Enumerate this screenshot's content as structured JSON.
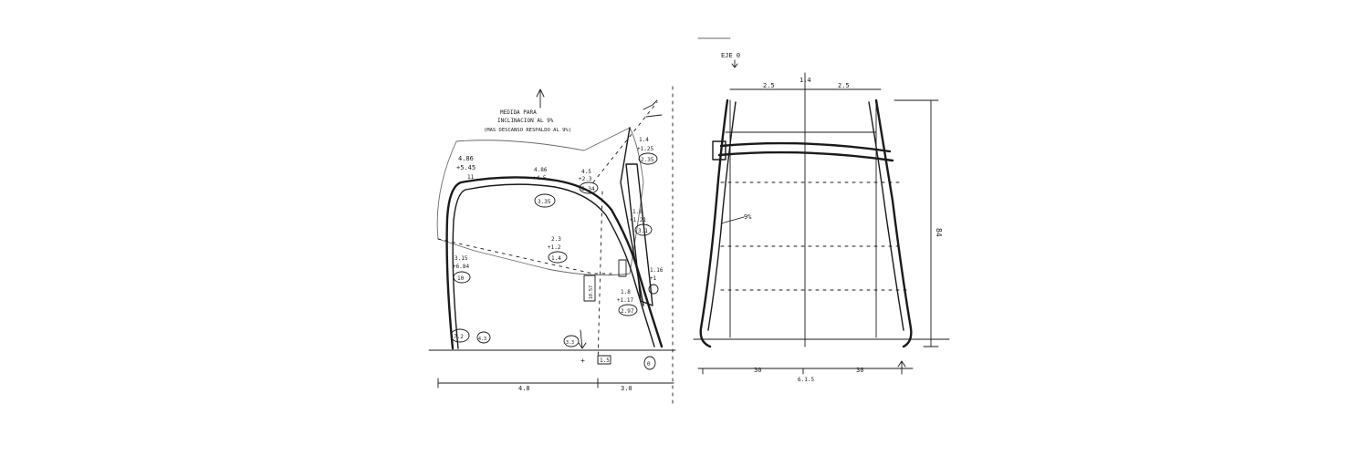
{
  "side_view": {
    "note_lines": [
      "MEDIDA PARA",
      "INCLINACION AL 9%",
      "(MAS DESCANSO RESPALDO AL 9%)"
    ],
    "labels": {
      "top_left_a": "4.86",
      "top_left_b": "+5.45",
      "top_left_c": "11",
      "top_mid_a": "4.86",
      "top_mid_b": "+4.5",
      "top_right_a": "4.5",
      "top_right_b": "+2.3",
      "top_right_circ": "6.34",
      "right_top_a": "1.4",
      "right_top_b": "+1.25",
      "right_top_circ": "2.35",
      "upper_circ": "3.35",
      "mid_a": "2.3",
      "mid_b": "+1.2",
      "mid_circ": "1.4",
      "right_mid_a": "1.6",
      "right_mid_b": "+1.21",
      "right_mid_circ": "3.1",
      "left_mid_a": "3.15",
      "left_mid_b": "+6.84",
      "left_mid_circ": "10",
      "box_label": "10.57",
      "right_low_a": "1.8",
      "right_low_b": "+1.17",
      "right_low_circ": "2.97",
      "far_right_a": "1.16",
      "far_right_b": "+1",
      "bottom_left_circ1": "7.2",
      "bottom_left_circ2": "4.3",
      "bottom_mid_circ": "3.3",
      "bottom_box": "1.5",
      "bottom_right_circ": "0",
      "dim_bottom_left": "4.8",
      "dim_bottom_right": "3.0"
    }
  },
  "front_view": {
    "labels": {
      "top_marker": "EJE 0",
      "top_dim_left": "2.5",
      "top_dim_mid": "1.4",
      "top_dim_right": "2.5",
      "slope": "9%",
      "height": "84",
      "bottom_dim_left": "30",
      "bottom_dim_mid": "6.1.5",
      "bottom_dim_right": "30"
    }
  }
}
